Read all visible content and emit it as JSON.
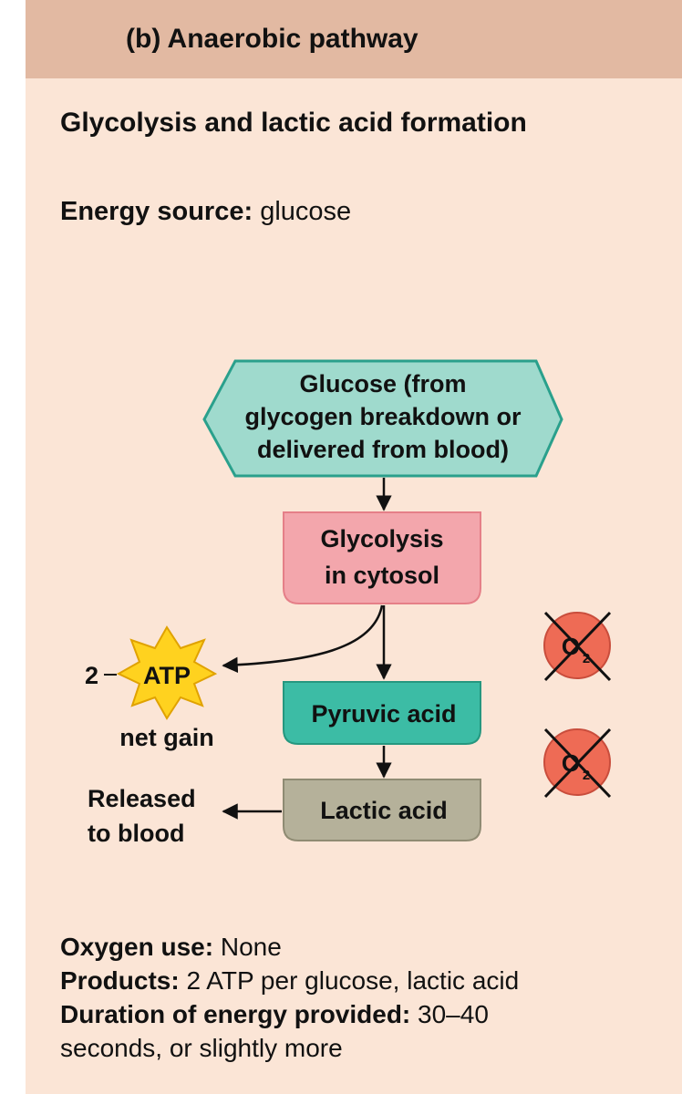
{
  "header": {
    "title": "(b) Anaerobic pathway"
  },
  "subtitle": "Glycolysis and lactic acid formation",
  "energy_source": {
    "label": "Energy source:",
    "value": "glucose"
  },
  "diagram": {
    "glucose": {
      "line1": "Glucose (from",
      "line2": "glycogen breakdown or",
      "line3": "delivered from blood)"
    },
    "glycolysis": {
      "line1": "Glycolysis",
      "line2": "in cytosol"
    },
    "pyruvic": "Pyruvic acid",
    "lactic": "Lactic acid",
    "atp": {
      "count": "2",
      "label": "ATP",
      "note": "net gain"
    },
    "released": {
      "line1": "Released",
      "line2": "to blood"
    },
    "oxygen_symbol": {
      "letter": "O",
      "subscript": "2"
    }
  },
  "footer": {
    "oxygen_use": {
      "label": "Oxygen use:",
      "value": "None"
    },
    "products": {
      "label": "Products:",
      "value": "2 ATP per glucose, lactic acid"
    },
    "duration": {
      "label": "Duration of energy provided:",
      "value": "30–40",
      "continuation": "seconds, or slightly more"
    }
  },
  "colors": {
    "panel_bg": "#fbe5d6",
    "header_bg": "#e2b9a2",
    "glucose_fill": "#9fdacd",
    "glucose_stroke": "#2aa08c",
    "glycolysis_fill": "#f3a6ac",
    "pyruvic_fill": "#3cbca5",
    "lactic_fill": "#b5b19a",
    "atp_fill": "#ffd21f",
    "no_oxygen_fill": "#ee6b55"
  }
}
